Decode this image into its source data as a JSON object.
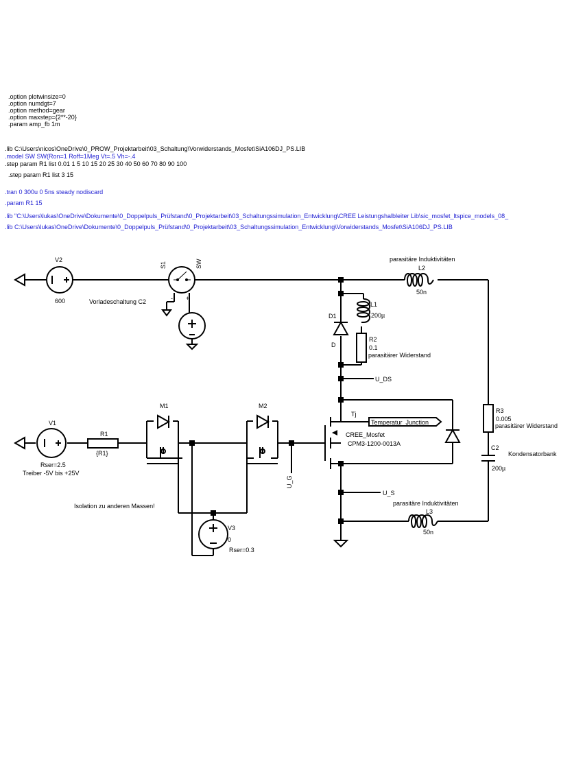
{
  "directives": {
    "plain": [
      ".option plotwinsize=0",
      ".option numdgt=7",
      ".option method=gear",
      ".option maxstep={2**-20}",
      ".param amp_fb 1m"
    ],
    "lib1": ".lib C:\\Users\\nicos\\OneDrive\\0_PROW_Projektarbeit\\03_Schaltung\\Vorwiderstands_Mosfet\\SiA106DJ_PS.LIB",
    "model": ".model SW SW(Ron=1 Roff=1Meg Vt=.5 Vh=-.4",
    "step1": ".step param R1 list 0.01 1 5 10 15 20 25 30 40 50 60 70 80 90 100",
    "step2": ".step param R1 list 3 15",
    "tran": ".tran 0 300u 0 5ns steady nodiscard",
    "param": ".param R1 15",
    "lib2": ".lib \"C:\\Users\\lukas\\OneDrive\\Dokumente\\0_Doppelpuls_Prüfstand\\0_Projektarbeit\\03_Schaltungssimulation_Entwicklung\\CREE Leistungshalbleiter Lib\\sic_mosfet_ltspice_models_08_",
    "lib3": ".lib C:\\Users\\lukas\\OneDrive\\Dokumente\\0_Doppelpuls_Prüfstand\\0_Projektarbeit\\03_Schaltungssimulation_Entwicklung\\Vorwiderstands_Mosfet\\SiA106DJ_PS.LIB"
  },
  "labels": {
    "v2_name": "V2",
    "v2_value": "600",
    "s1_name": "S1",
    "s1_model": "SW",
    "precharge_note": "Vorladeschaltung C2",
    "l2_note": "parasitäre Induktivitäten",
    "l2_name": "L2",
    "l2_value": "50n",
    "d1_name": "D1",
    "d1_model": "D",
    "l1_name": "L1",
    "l1_value": "200µ",
    "r2_name": "R2",
    "r2_value": "0.1",
    "r2_note": "parasitärer Widerstand",
    "u_ds": "U_DS",
    "m1_name": "M1",
    "m2_name": "M2",
    "tj": "Tj",
    "temp_flag": "Temperatur_Junction",
    "mosfet_name": "CREE_Mosfet",
    "mosfet_model": "CPM3-1200-0013A",
    "r3_name": "R3",
    "r3_value": "0.005",
    "r3_note": "parasitärer Widerstand",
    "c2_name": "C2",
    "c2_value": "200µ",
    "c2_note": "Kondensatorbank",
    "v1_name": "V1",
    "v1_rser": "Rser=2.5",
    "v1_note": "Treiber  -5V bis +25V",
    "r1_name": "R1",
    "r1_value": "{R1}",
    "u_g": "U_G",
    "u_s": "U_S",
    "l3_note": "parasitäre Induktivitäten",
    "l3_name": "L3",
    "l3_value": "50n",
    "isolation_note": "Isolation zu anderen Massen!",
    "v3_name": "V3",
    "v3_value": "0",
    "v3_rser": "Rser=0.3"
  },
  "colors": {
    "wire": "#000000",
    "directive": "#1c1cd2",
    "background": "#ffffff"
  }
}
